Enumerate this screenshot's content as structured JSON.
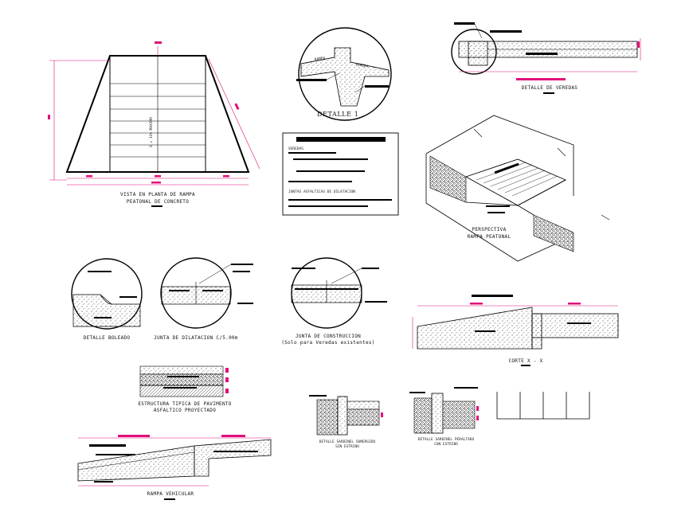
{
  "colors": {
    "ink": "#000000",
    "dimension": "#e0107a",
    "paper": "#ffffff"
  },
  "plan": {
    "title_line1": "VISTA EN PLANTA DE RAMPA",
    "title_line2": "PEATONAL DE CONCRETO",
    "center_label": "S = 12% MAXIMO"
  },
  "detail1": {
    "title": "DETALLE 1",
    "rampa": "RAMPA",
    "vereda": "VEREDA"
  },
  "detalle_veredas": {
    "title": "DETALLE DE VEREDAS"
  },
  "spec_box": {
    "veredas": "VEREDAS",
    "juntas": "JUNTAS ASFALTICAS DE DILATACION"
  },
  "perspectiva": {
    "line1": "PERSPECTIVA",
    "line2": "RAMPA PEATONAL"
  },
  "detalle_boleado": {
    "title": "DETALLE BOLEADO"
  },
  "junta_dilatacion": {
    "title": "JUNTA DE DILATACION C/5.00m"
  },
  "junta_construccion": {
    "title": "JUNTA DE CONSTRUCCION",
    "subtitle": "(Solo para Veredas existentes)"
  },
  "corte": {
    "title": "CORTE X - X"
  },
  "pavimento": {
    "line1": "ESTRUCTURA TIPICA DE PAVIMENTO",
    "line2": "ASFALTICO PROYECTADO"
  },
  "rampa_vehicular": {
    "title": "RAMPA VEHICULAR"
  },
  "sardinel1": {
    "line1": "DETALLE SARDINEL SUMERGIDO",
    "line2": "SIN ESTRIBO"
  },
  "sardinel2": {
    "line1": "DETALLE SARDINEL PERALTADO",
    "line2": "CON ESTRIBO"
  }
}
